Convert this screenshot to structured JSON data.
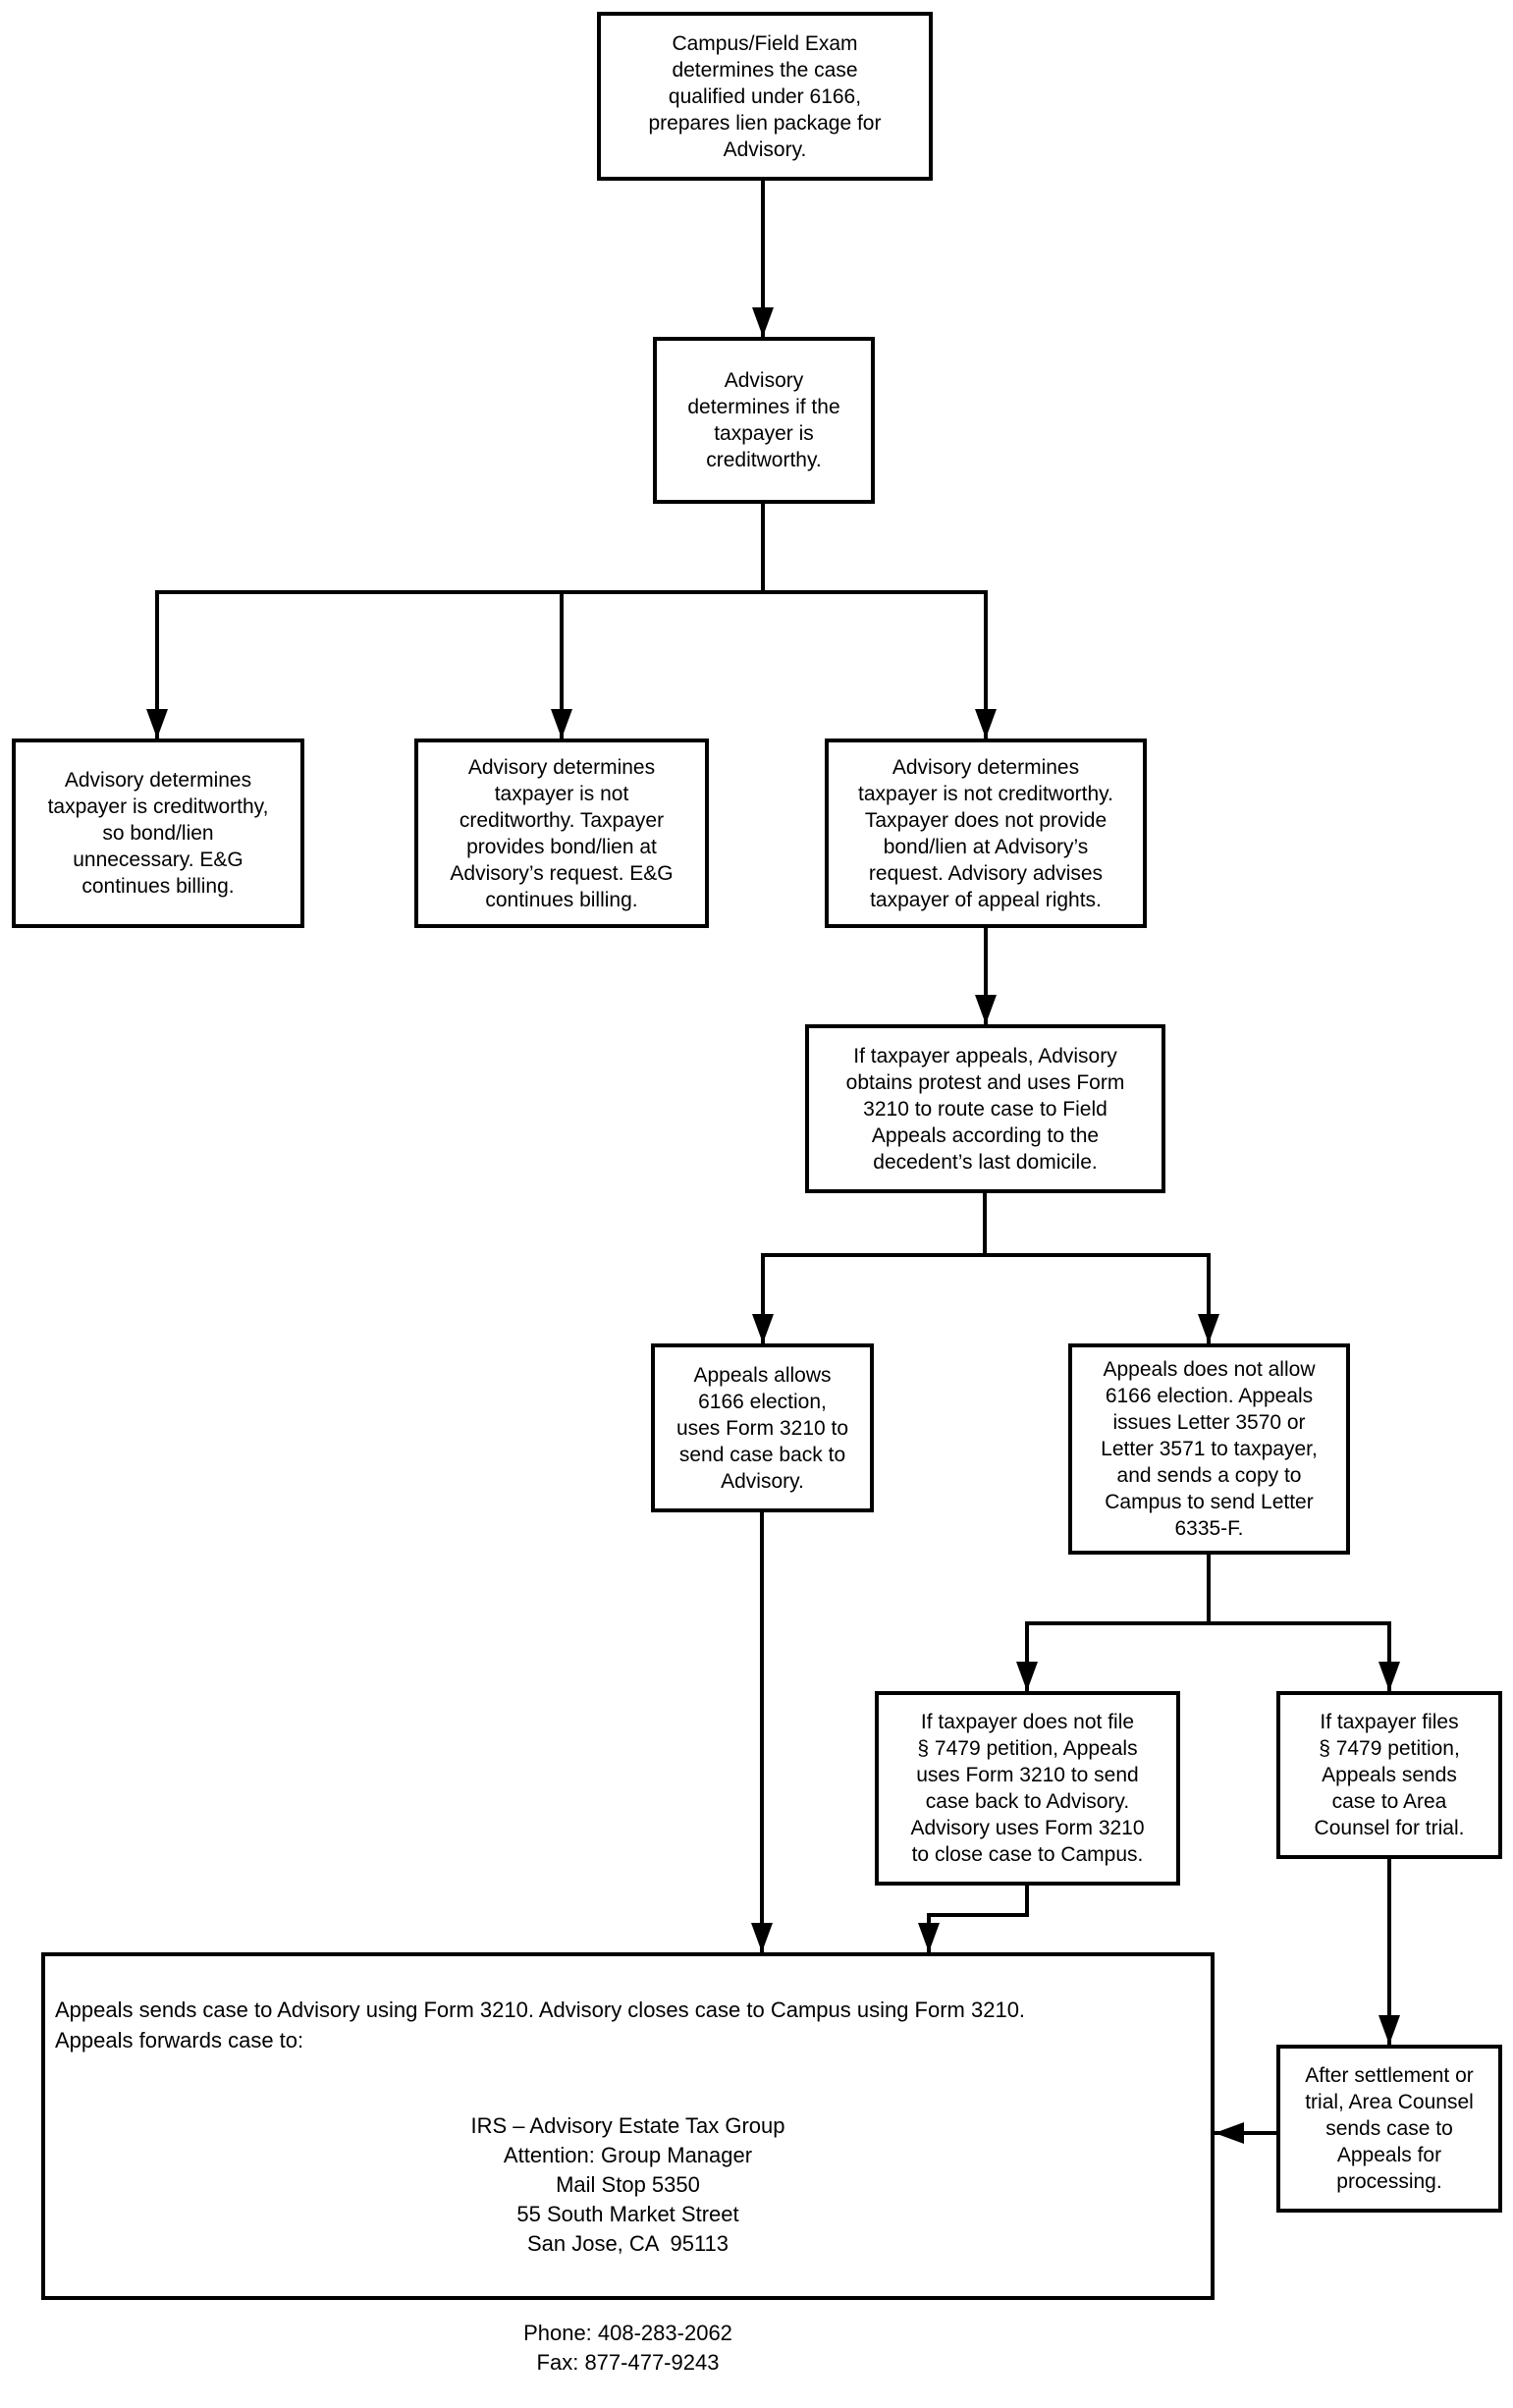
{
  "diagram": {
    "subject": "IRS 6166 estate tax lien / appeal case routing flowchart",
    "nodes": {
      "campus_field_exam": {
        "text": "Campus/Field Exam\ndetermines the case\nqualified under 6166,\nprepares lien package for\nAdvisory."
      },
      "advisory_creditworthy_check": {
        "text": "Advisory\ndetermines if the\ntaxpayer is\ncreditworthy."
      },
      "creditworthy_bond_unnecessary": {
        "text": "Advisory determines\ntaxpayer is creditworthy,\nso bond/lien\nunnecessary. E&G\ncontinues billing."
      },
      "not_creditworthy_provides_bond": {
        "text": "Advisory determines\ntaxpayer is not\ncreditworthy. Taxpayer\nprovides bond/lien at\nAdvisory’s request. E&G\ncontinues billing."
      },
      "not_creditworthy_no_bond": {
        "text": "Advisory determines\ntaxpayer is not creditworthy.\nTaxpayer does not provide\nbond/lien at Advisory’s\nrequest. Advisory advises\ntaxpayer of appeal rights."
      },
      "taxpayer_appeals_form_3210": {
        "text": "If taxpayer appeals, Advisory\nobtains protest and uses Form\n3210 to route case to Field\nAppeals according to the\ndecedent’s last domicile."
      },
      "appeals_allows_6166": {
        "text": "Appeals allows\n6166 election,\nuses Form 3210 to\nsend case back to\nAdvisory."
      },
      "appeals_does_not_allow_6166": {
        "text": "Appeals does not allow\n6166 election. Appeals\nissues Letter 3570 or\nLetter 3571 to taxpayer,\nand sends a copy to\nCampus to send Letter\n6335-F."
      },
      "no_7479_petition": {
        "text": "If taxpayer does not file\n§ 7479 petition, Appeals\nuses Form 3210 to send\ncase back to Advisory.\nAdvisory uses Form 3210\nto close case to Campus."
      },
      "files_7479_petition": {
        "text": "If taxpayer files\n§ 7479 petition,\nAppeals sends\ncase to Area\nCounsel for trial."
      },
      "area_counsel_settlement": {
        "text": "After settlement or\ntrial, Area Counsel\nsends case to\nAppeals for\nprocessing."
      }
    },
    "closing_box": {
      "intro": "Appeals sends case to Advisory using Form 3210. Advisory closes case to Campus using Form 3210.\nAppeals forwards case to:",
      "address": "IRS – Advisory Estate Tax Group\nAttention: Group Manager\nMail Stop 5350\n55 South Market Street\nSan Jose, CA  95113",
      "contact": "Phone: 408-283-2062\nFax: 877-477-9243"
    },
    "edges": [
      {
        "from": "campus_field_exam",
        "to": "advisory_creditworthy_check"
      },
      {
        "from": "advisory_creditworthy_check",
        "to": "creditworthy_bond_unnecessary"
      },
      {
        "from": "advisory_creditworthy_check",
        "to": "not_creditworthy_provides_bond"
      },
      {
        "from": "advisory_creditworthy_check",
        "to": "not_creditworthy_no_bond"
      },
      {
        "from": "not_creditworthy_no_bond",
        "to": "taxpayer_appeals_form_3210"
      },
      {
        "from": "taxpayer_appeals_form_3210",
        "to": "appeals_allows_6166"
      },
      {
        "from": "taxpayer_appeals_form_3210",
        "to": "appeals_does_not_allow_6166"
      },
      {
        "from": "appeals_does_not_allow_6166",
        "to": "no_7479_petition"
      },
      {
        "from": "appeals_does_not_allow_6166",
        "to": "files_7479_petition"
      },
      {
        "from": "appeals_allows_6166",
        "to": "closing_box"
      },
      {
        "from": "no_7479_petition",
        "to": "closing_box"
      },
      {
        "from": "files_7479_petition",
        "to": "area_counsel_settlement"
      },
      {
        "from": "area_counsel_settlement",
        "to": "closing_box"
      }
    ],
    "colors": {
      "line": "#000000",
      "box_border": "#000000",
      "background": "#ffffff"
    }
  }
}
